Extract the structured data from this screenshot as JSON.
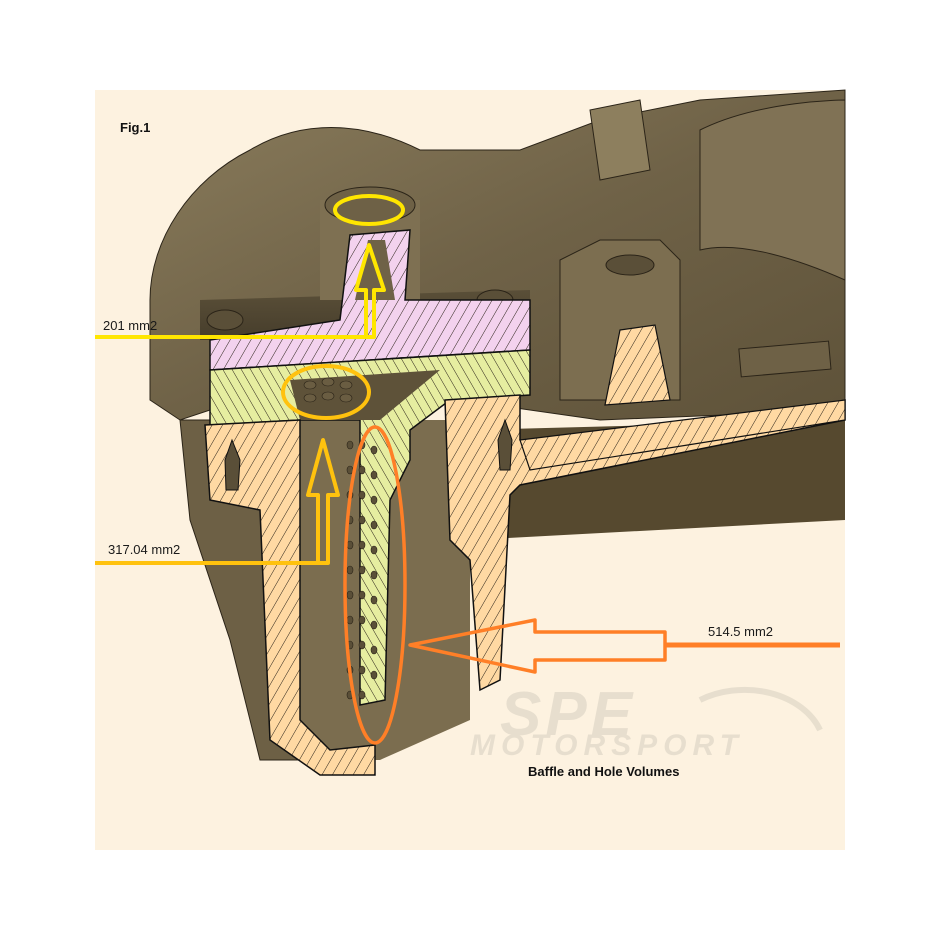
{
  "figure": {
    "label": "Fig.1",
    "caption": "Baffle and Hole Volumes",
    "watermark": {
      "line1": "SPE",
      "line2": "MOTORSPORT"
    }
  },
  "annotations": [
    {
      "id": "outlet",
      "label": "201 mm2",
      "color": "#ffe600"
    },
    {
      "id": "inlet_holes",
      "label": "317.04 mm2",
      "color": "#ffc20e"
    },
    {
      "id": "baffle_holes",
      "label": "514.5 mm2",
      "color": "#ff7f27"
    }
  ],
  "colors": {
    "background": "#fdf2e0",
    "casting": "#7a6c4e",
    "section_orange": "#ffd9a3",
    "section_green": "#e6eda0",
    "section_pink": "#f3d2ee"
  }
}
